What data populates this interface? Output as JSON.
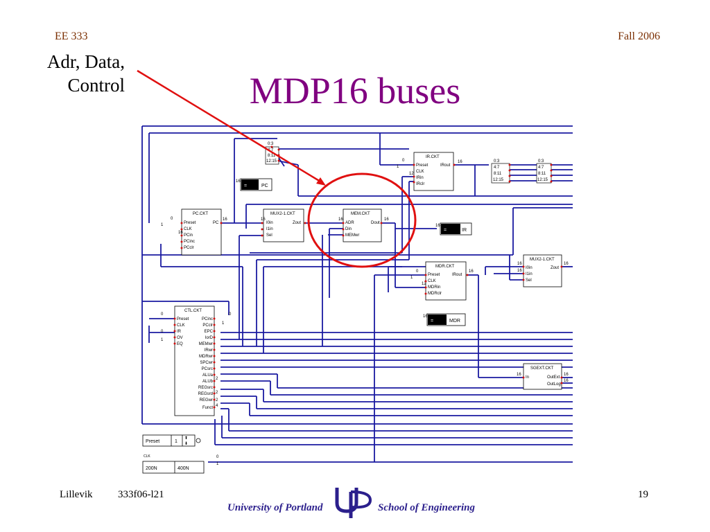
{
  "header": {
    "course": "EE 333",
    "term": "Fall 2006"
  },
  "title": "MDP16 buses",
  "annotation": {
    "line1": "Adr, Data,",
    "line2": "Control"
  },
  "footer": {
    "author": "Lillevik",
    "file": "333f06-l21",
    "page": "19",
    "university": "University of Portland",
    "school": "School of Engineering"
  },
  "colors": {
    "bus": "#1a1aa0",
    "title": "#800080",
    "highlight": "#e01010",
    "header": "#7a2e00"
  },
  "blocks": {
    "pc": {
      "name": "PC.CKT",
      "pins_left": [
        "Preset",
        "CLK",
        "PCin",
        "PCinc",
        "PCclr"
      ],
      "pins_right": [
        "PC"
      ]
    },
    "mux_a": {
      "name": "MUX2-1.CKT",
      "pins_left": [
        "I0in",
        "I1in",
        "Sel"
      ],
      "pins_right": [
        "Zout"
      ]
    },
    "mem": {
      "name": "MEM.CKT",
      "pins_left": [
        "ADR",
        "Din",
        "MEMwr"
      ],
      "pins_right": [
        "Dout"
      ]
    },
    "ir": {
      "name": "IR.CKT",
      "pins_left": [
        "Preset",
        "CLK",
        "IRin",
        "IRclr"
      ],
      "pins_right": [
        "IRout"
      ]
    },
    "mdr": {
      "name": "MDR.CKT",
      "pins_left": [
        "Preset",
        "CLK",
        "MDRin",
        "MDRclr"
      ],
      "pins_right": [
        "IRout"
      ]
    },
    "mux_b": {
      "name": "MUX2-1.CKT",
      "pins_left": [
        "I0in",
        "I1in",
        "Sel"
      ],
      "pins_right": [
        "Zout"
      ]
    },
    "ctl": {
      "name": "CTL.CKT",
      "pins_left": [
        "Preset",
        "CLK",
        "IR",
        "OV",
        "EQ"
      ],
      "pins_right": [
        "PCinc",
        "PCclr",
        "EPC",
        "IorD",
        "MEMwr",
        "IRwr",
        "MDRwr",
        "SPCwr",
        "PCsrc",
        "ALUa",
        "ALUb",
        "REGsrc",
        "REGsrd",
        "REGwr",
        "Funct"
      ]
    },
    "sgext": {
      "name": "SGEXT.CKT",
      "pins_left": [
        "In"
      ],
      "pins_right": [
        "OutExt",
        "OutLog"
      ]
    }
  },
  "splitter_a": [
    "0:3",
    "4:7",
    "8:11",
    "12:15"
  ],
  "splitter_b": [
    "0:3",
    "4:7",
    "8:11",
    "12:15"
  ],
  "splitter_c": [
    "0:3",
    "4:7",
    "8:11",
    "12:15"
  ],
  "probes": {
    "pc": "PC",
    "ir": "IR",
    "mdr": "MDR"
  },
  "preset_switch": {
    "label": "Preset",
    "value": "1"
  },
  "clock": {
    "label": "CLK",
    "low": "200N",
    "high": "400N"
  },
  "bus_widths": {
    "w16": "16",
    "w12": "12",
    "w2": "2",
    "w4": "4",
    "w1": "1",
    "w0": "0"
  }
}
